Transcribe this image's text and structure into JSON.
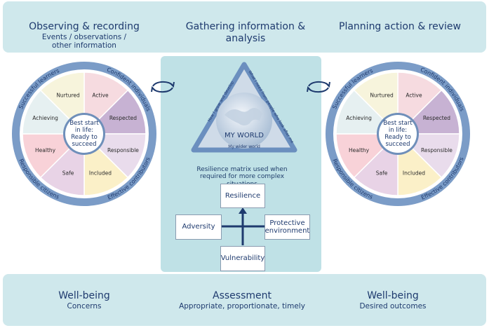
{
  "top": {
    "left": {
      "title": "Observing & recording",
      "subtitle": "Events / observations / other information"
    },
    "center": {
      "title": "Gathering information & analysis"
    },
    "right": {
      "title": "Planning action & review"
    }
  },
  "bottom": {
    "left": {
      "title": "Well-being",
      "subtitle": "Concerns"
    },
    "center": {
      "title": "Assessment",
      "subtitle": "Appropriate, proportionate, timely"
    },
    "right": {
      "title": "Well-being",
      "subtitle": "Desired outcomes"
    }
  },
  "wheel": {
    "center_lines": [
      "Best start",
      "in life:",
      "Ready to",
      "succeed"
    ],
    "segments": [
      "Active",
      "Respected",
      "Responsible",
      "Included",
      "Safe",
      "Healthy",
      "Achieving",
      "Nurtured"
    ],
    "segment_colors": [
      "#f6dbe0",
      "#c7b2d3",
      "#e9dcec",
      "#fbf0c8",
      "#e8d3e6",
      "#f8d2d8",
      "#e6f0f1",
      "#f7f4dc"
    ],
    "ring_labels": [
      "Successful learners",
      "Confident individuals",
      "Effective contributors",
      "Responsible citizens"
    ]
  },
  "my_world": {
    "title": "MY WORLD",
    "side_left": "How I grow and develop",
    "side_right": "What I need from people who look after me",
    "bottom": "My wider world"
  },
  "matrix": {
    "caption": "Resilience matrix used when required for more complex situations",
    "resilience": "Resilience",
    "adversity": "Adversity",
    "protective": "Protective environment",
    "vulnerability": "Vulnerability"
  },
  "colors": {
    "band": "#cfe8ec",
    "panel": "#bfe1e6",
    "ring": "#7b9cc7",
    "text": "#1e3a6e"
  }
}
